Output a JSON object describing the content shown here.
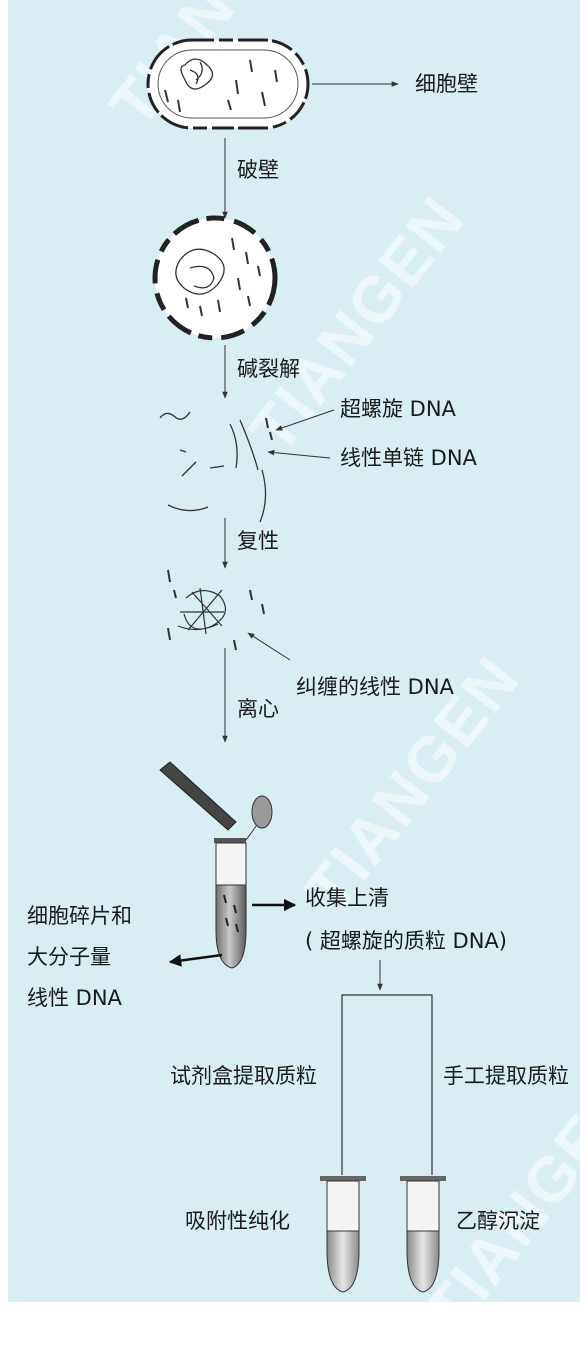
{
  "watermark": {
    "text": "TIANGEN"
  },
  "steps": {
    "break_wall": "破壁",
    "alkaline_lysis": "碱裂解",
    "renature": "复性",
    "centrifuge": "离心"
  },
  "annotations": {
    "cell_wall": "细胞壁",
    "supercoiled_dna": "超螺旋 DNA",
    "linear_ss_dna": "线性单链 DNA",
    "tangled_linear_dna": "纠缠的线性 DNA"
  },
  "outputs": {
    "supernatant_line1": "收集上清",
    "supernatant_line2": "( 超螺旋的质粒 DNA)",
    "debris_line1": "细胞碎片和",
    "debris_line2": "大分子量",
    "debris_line3": "线性 DNA"
  },
  "methods": {
    "kit": "试剂盒提取质粒",
    "manual": "手工提取质粒",
    "kit_result": "吸附性纯化",
    "manual_result": "乙醇沉淀"
  },
  "colors": {
    "background": "#d8eef3",
    "line": "#333333",
    "cell_fill": "#ffffff"
  }
}
